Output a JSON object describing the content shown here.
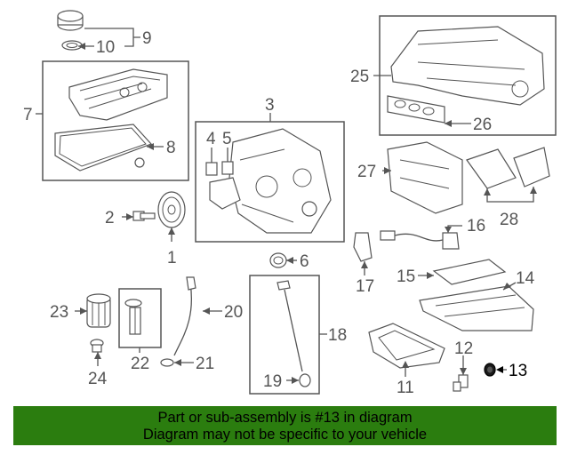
{
  "callouts": {
    "c1": "1",
    "c2": "2",
    "c3": "3",
    "c4": "4",
    "c5": "5",
    "c6": "6",
    "c7": "7",
    "c8": "8",
    "c9": "9",
    "c10": "10",
    "c11": "11",
    "c12": "12",
    "c13": "13",
    "c14": "14",
    "c15": "15",
    "c16": "16",
    "c17": "17",
    "c18": "18",
    "c19": "19",
    "c20": "20",
    "c21": "21",
    "c22": "22",
    "c23": "23",
    "c24": "24",
    "c25": "25",
    "c26": "26",
    "c27": "27",
    "c28": "28"
  },
  "highlighted_part": "13",
  "colors": {
    "banner": "#2b7d0f",
    "line_art": "#555555",
    "highlight": "#000000"
  },
  "banner": {
    "line1": "Part or sub-assembly is #13 in diagram",
    "line2": "Diagram may not be specific to your vehicle"
  }
}
